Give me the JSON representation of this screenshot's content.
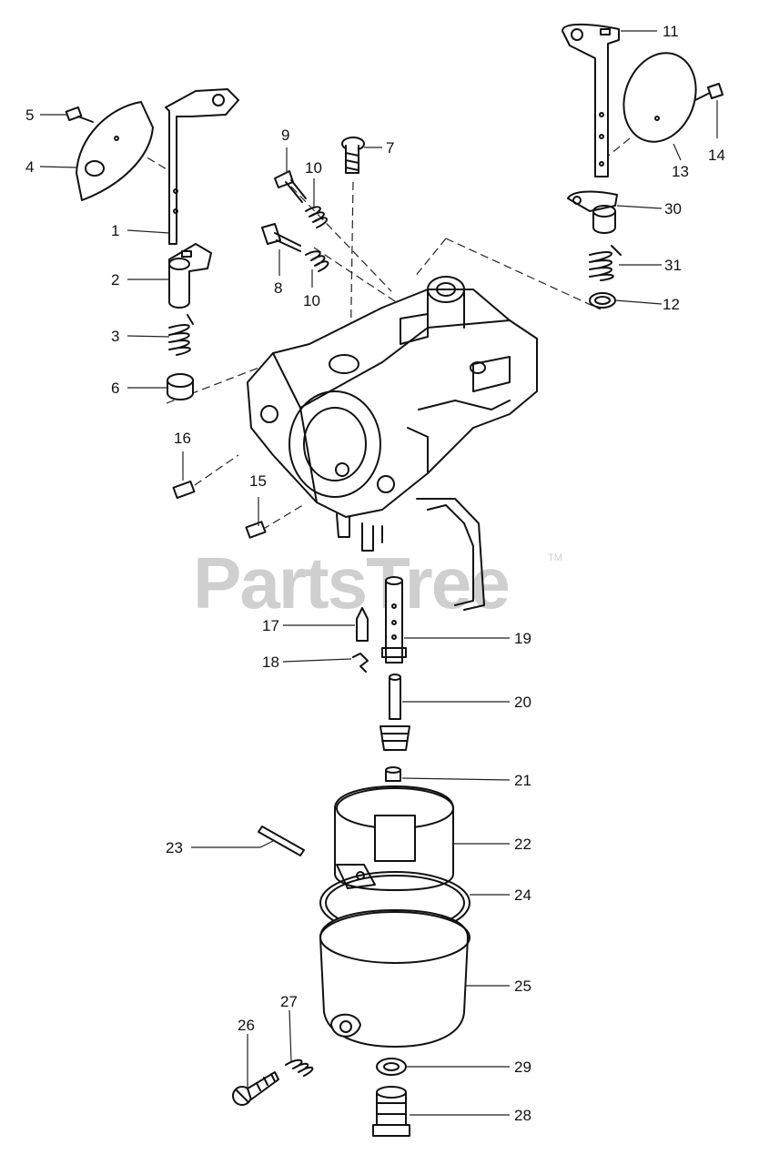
{
  "watermark": {
    "text": "PartsTree",
    "tm": "TM"
  },
  "callouts": {
    "c1": "1",
    "c2": "2",
    "c3": "3",
    "c4": "4",
    "c5": "5",
    "c6": "6",
    "c7": "7",
    "c8": "8",
    "c9": "9",
    "c10a": "10",
    "c10b": "10",
    "c11": "11",
    "c12": "12",
    "c13": "13",
    "c14": "14",
    "c15": "15",
    "c16": "16",
    "c17": "17",
    "c18": "18",
    "c19": "19",
    "c20": "20",
    "c21": "21",
    "c22": "22",
    "c23": "23",
    "c24": "24",
    "c25": "25",
    "c26": "26",
    "c27": "27",
    "c28": "28",
    "c29": "29",
    "c30": "30",
    "c31": "31"
  }
}
